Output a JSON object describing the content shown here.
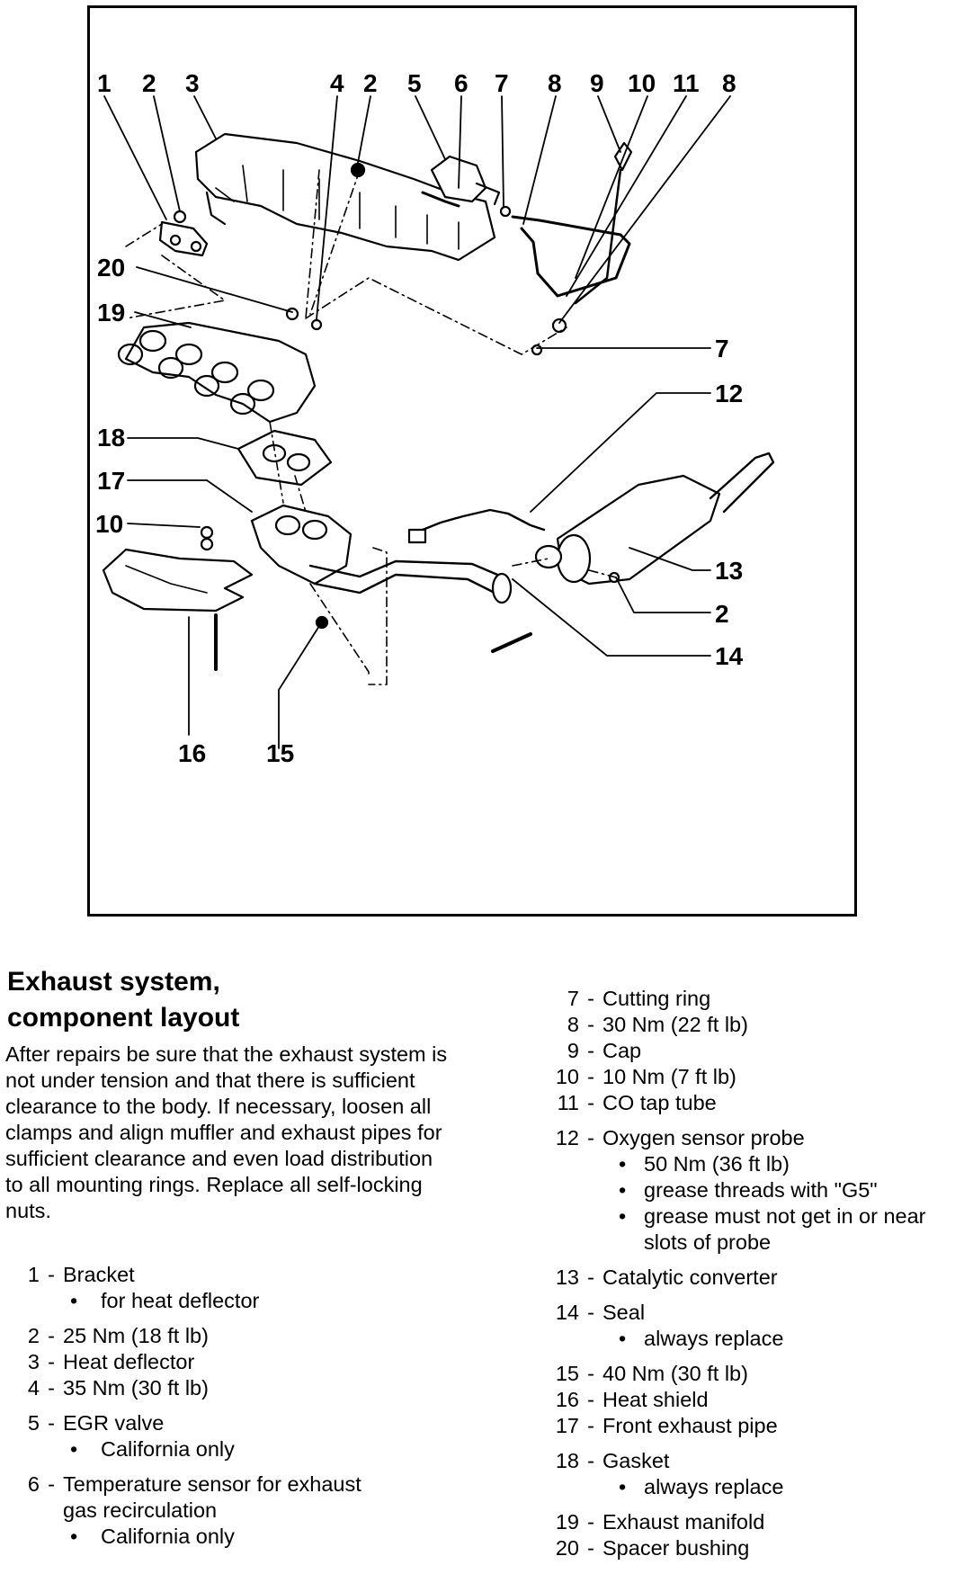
{
  "figure": {
    "callouts": [
      "1",
      "2",
      "3",
      "4",
      "2",
      "5",
      "6",
      "7",
      "8",
      "9",
      "10",
      "11",
      "8",
      "20",
      "19",
      "7",
      "12",
      "18",
      "17",
      "10",
      "13",
      "2",
      "14",
      "16",
      "15"
    ]
  },
  "title_lines": [
    "Exhaust system,",
    "component layout"
  ],
  "intro": "After repairs be sure that the exhaust system is not under tension and that there is sufficient clearance to the body. If necessary, loosen all clamps and align muffler and exhaust pipes for sufficient clearance and even load distribution to all mounting rings. Replace all self-locking nuts.",
  "legend_left": [
    {
      "num": "1",
      "label": "Bracket",
      "subs": [
        "for heat deflector"
      ]
    },
    {
      "num": "2",
      "label": "25 Nm (18 ft lb)",
      "subs": []
    },
    {
      "num": "3",
      "label": "Heat deflector",
      "subs": []
    },
    {
      "num": "4",
      "label": "35 Nm (30 ft lb)",
      "subs": []
    },
    {
      "num": "5",
      "label": "EGR valve",
      "subs": [
        "California only"
      ]
    },
    {
      "num": "6",
      "label": "Temperature sensor for exhaust",
      "label_cont": "gas recirculation",
      "subs": [
        "California only"
      ]
    }
  ],
  "legend_right": [
    {
      "num": "7",
      "label": "Cutting ring",
      "subs": []
    },
    {
      "num": "8",
      "label": "30 Nm (22 ft lb)",
      "subs": []
    },
    {
      "num": "9",
      "label": "Cap",
      "subs": []
    },
    {
      "num": "10",
      "label": "10 Nm (7 ft lb)",
      "subs": []
    },
    {
      "num": "11",
      "label": "CO tap tube",
      "subs": []
    },
    {
      "num": "12",
      "label": "Oxygen sensor probe",
      "subs": [
        "50 Nm (36 ft lb)",
        "grease threads with \"G5\"",
        "grease must not get in or near slots of probe"
      ]
    },
    {
      "num": "13",
      "label": "Catalytic converter",
      "subs": []
    },
    {
      "num": "14",
      "label": "Seal",
      "subs": [
        "always replace"
      ]
    },
    {
      "num": "15",
      "label": "40 Nm (30 ft lb)",
      "subs": []
    },
    {
      "num": "16",
      "label": "Heat shield",
      "subs": []
    },
    {
      "num": "17",
      "label": "Front exhaust pipe",
      "subs": []
    },
    {
      "num": "18",
      "label": "Gasket",
      "subs": [
        "always replace"
      ]
    },
    {
      "num": "19",
      "label": "Exhaust manifold",
      "subs": []
    },
    {
      "num": "20",
      "label": "Spacer bushing",
      "subs": []
    }
  ]
}
